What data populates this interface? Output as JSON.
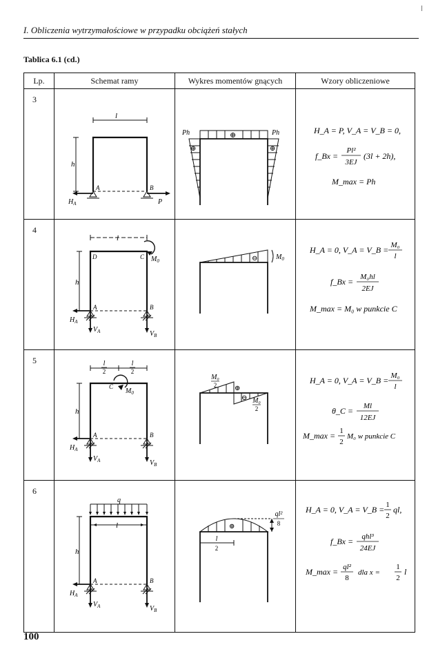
{
  "running_head": "I. Obliczenia wytrzymałościowe w przypadku obciążeń stałych",
  "table_caption": "Tablica 6.1 (cd.)",
  "columns": [
    "Lp.",
    "Schemat ramy",
    "Wykres momentów gnących",
    "Wzory obliczeniowe"
  ],
  "rows": [
    {
      "lp": "3",
      "scheme": {
        "top_dim": "l",
        "side_dim": "h",
        "support_left": "A",
        "support_right": "B",
        "reaction_left": "H",
        "reaction_left_sub": "A",
        "load": "P"
      },
      "moment": {
        "left_label": "Ph",
        "right_label": "Ph",
        "sign_top": "⊕",
        "sign_left": "⊕",
        "sign_right": "⊕"
      },
      "formulas": {
        "f1": "H_A = P,  V_A = V_B = 0,",
        "f2_lhs": "f_Bx =",
        "f2_num": "Pl²",
        "f2_den": "3EJ",
        "f2_tail": "(3l + 2h),",
        "f3": "M_max = Ph"
      }
    },
    {
      "lp": "4",
      "scheme": {
        "top_dim": "l",
        "side_dim": "h",
        "corner_left": "D",
        "corner_right": "C",
        "moment_label": "M",
        "moment_sub": "0",
        "support_left": "A",
        "support_right": "B",
        "reaction_h": "H",
        "reaction_h_sub": "A",
        "reaction_va": "V",
        "reaction_va_sub": "A",
        "reaction_vb": "V",
        "reaction_vb_sub": "B"
      },
      "moment": {
        "sign": "⊖",
        "label": "M",
        "label_sub": "0"
      },
      "formulas": {
        "f1_lhs": "H_A = 0,  V_A = V_B =",
        "f1_num": "M₀",
        "f1_den": "l",
        "f2_lhs": "f_Bx =",
        "f2_num": "M₀hl",
        "f2_den": "2EJ",
        "f3": "M_max = M₀ w punkcie C"
      }
    },
    {
      "lp": "5",
      "scheme": {
        "half_num": "l",
        "half_den": "2",
        "side_dim": "h",
        "corner": "C",
        "moment_label": "M",
        "moment_sub": "0",
        "support_left": "A",
        "support_right": "B",
        "reaction_h": "H",
        "reaction_h_sub": "A",
        "reaction_va": "V",
        "reaction_va_sub": "A",
        "reaction_vb": "V",
        "reaction_vb_sub": "B"
      },
      "moment": {
        "sign_plus": "⊕",
        "sign_minus": "⊖",
        "label_num": "M₀",
        "label_den": "2"
      },
      "formulas": {
        "f1_lhs": "H_A = 0,  V_A = V_B =",
        "f1_num": "M₀",
        "f1_den": "l",
        "f2_lhs": "θ_C =",
        "f2_num": "Ml",
        "f2_den": "12EJ",
        "f3_lhs": "M_max =",
        "f3_num": "1",
        "f3_den": "2",
        "f3_tail": "M₀  w punkcie C"
      }
    },
    {
      "lp": "6",
      "scheme": {
        "load": "q",
        "top_dim": "l",
        "side_dim": "h",
        "support_left": "A",
        "support_right": "B",
        "reaction_h": "H",
        "reaction_h_sub": "A",
        "reaction_va": "V",
        "reaction_va_sub": "A",
        "reaction_vb": "V",
        "reaction_vb_sub": "B"
      },
      "moment": {
        "sign": "⊕",
        "label_num": "ql²",
        "label_den": "8",
        "dim_num": "l",
        "dim_den": "2"
      },
      "formulas": {
        "f1_lhs": "H_A = 0,  V_A = V_B =",
        "f1_num": "1",
        "f1_den": "2",
        "f1_tail": "ql,",
        "f2_lhs": "f_Bx =",
        "f2_num": "qhl³",
        "f2_den": "24EJ",
        "f3_lhs": "M_max =",
        "f3_num": "ql²",
        "f3_den": "8",
        "f3_mid": "dla  x =",
        "f3_num2": "1",
        "f3_den2": "2",
        "f3_tail": "l"
      }
    }
  ],
  "page_number": "100"
}
